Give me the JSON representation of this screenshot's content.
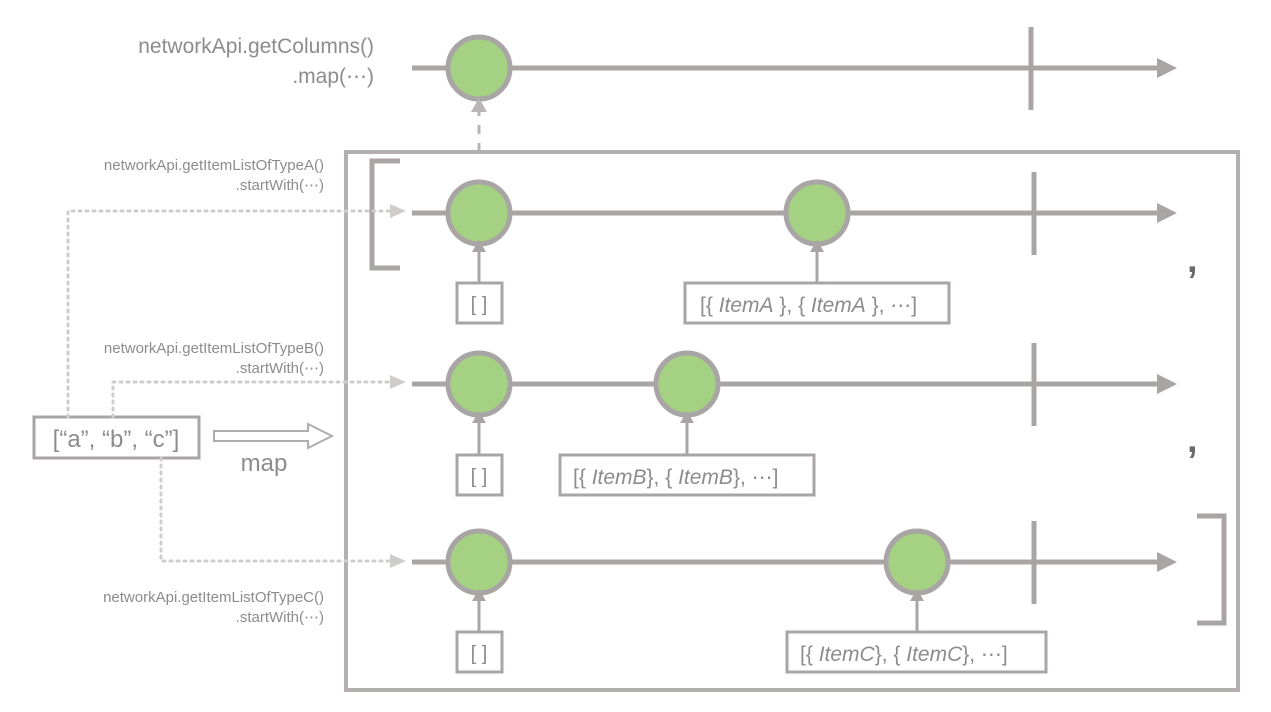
{
  "diagram": {
    "title_top": "networkApi.getColumns()",
    "title_top_line2": ".map(⋯)",
    "operator_label": "map",
    "input_value": "[“a”, “b”, “c”]",
    "separator_comma": ",",
    "open_bracket": "[",
    "close_bracket": "]",
    "empty_value": "[ ]"
  },
  "streams": [
    {
      "id": "columns",
      "label_line1": "networkApi.getColumns()",
      "label_line2": ".map(⋯)",
      "emissions": []
    },
    {
      "id": "typeA",
      "label_line1": "networkApi.getItemListOfTypeA()",
      "label_line2": ".startWith(⋯)",
      "emissions": [
        {
          "name": "initial-empty",
          "value": "[ ]"
        },
        {
          "name": "items-a",
          "value_prefix": "[{ ",
          "value_italic": "ItemA",
          "value_mid": " }, { ",
          "value_italic2": "ItemA",
          "value_suffix": " }, ⋯]"
        }
      ]
    },
    {
      "id": "typeB",
      "label_line1": "networkApi.getItemListOfTypeB()",
      "label_line2": ".startWith(⋯)",
      "emissions": [
        {
          "name": "initial-empty",
          "value": "[ ]"
        },
        {
          "name": "items-b",
          "value_prefix": "[{ ",
          "value_italic": "ItemB",
          "value_mid": "}, { ",
          "value_italic2": "ItemB",
          "value_suffix": "}, ⋯]"
        }
      ]
    },
    {
      "id": "typeC",
      "label_line1": "networkApi.getItemListOfTypeC()",
      "label_line2": ".startWith(⋯)",
      "emissions": [
        {
          "name": "initial-empty",
          "value": "[ ]"
        },
        {
          "name": "items-c",
          "value_prefix": "[{ ",
          "value_italic": "ItemC",
          "value_mid": "}, { ",
          "value_italic2": "ItemC",
          "value_suffix": "}, ⋯]"
        }
      ]
    }
  ],
  "value_labels": {
    "empty_a": "[ ]",
    "empty_b": "[ ]",
    "empty_c": "[ ]",
    "items_a_prefix": "[{ ",
    "items_a_name": "ItemA",
    "items_a_mid": " }, { ",
    "items_a_suffix": " }, ⋯]",
    "items_b_prefix": "[{ ",
    "items_b_name": "ItemB",
    "items_b_mid": "}, { ",
    "items_b_suffix": "}, ⋯]",
    "items_c_prefix": "[{ ",
    "items_c_name": "ItemC",
    "items_c_mid": "}, { ",
    "items_c_suffix": "}, ⋯]"
  },
  "colors": {
    "marble_fill": "#a5d183",
    "line": "#a9a5a5",
    "text": "#8c8c8c",
    "dotted": "#cfcccc",
    "outer_border": "#b3afaf",
    "background": "#ffffff"
  }
}
